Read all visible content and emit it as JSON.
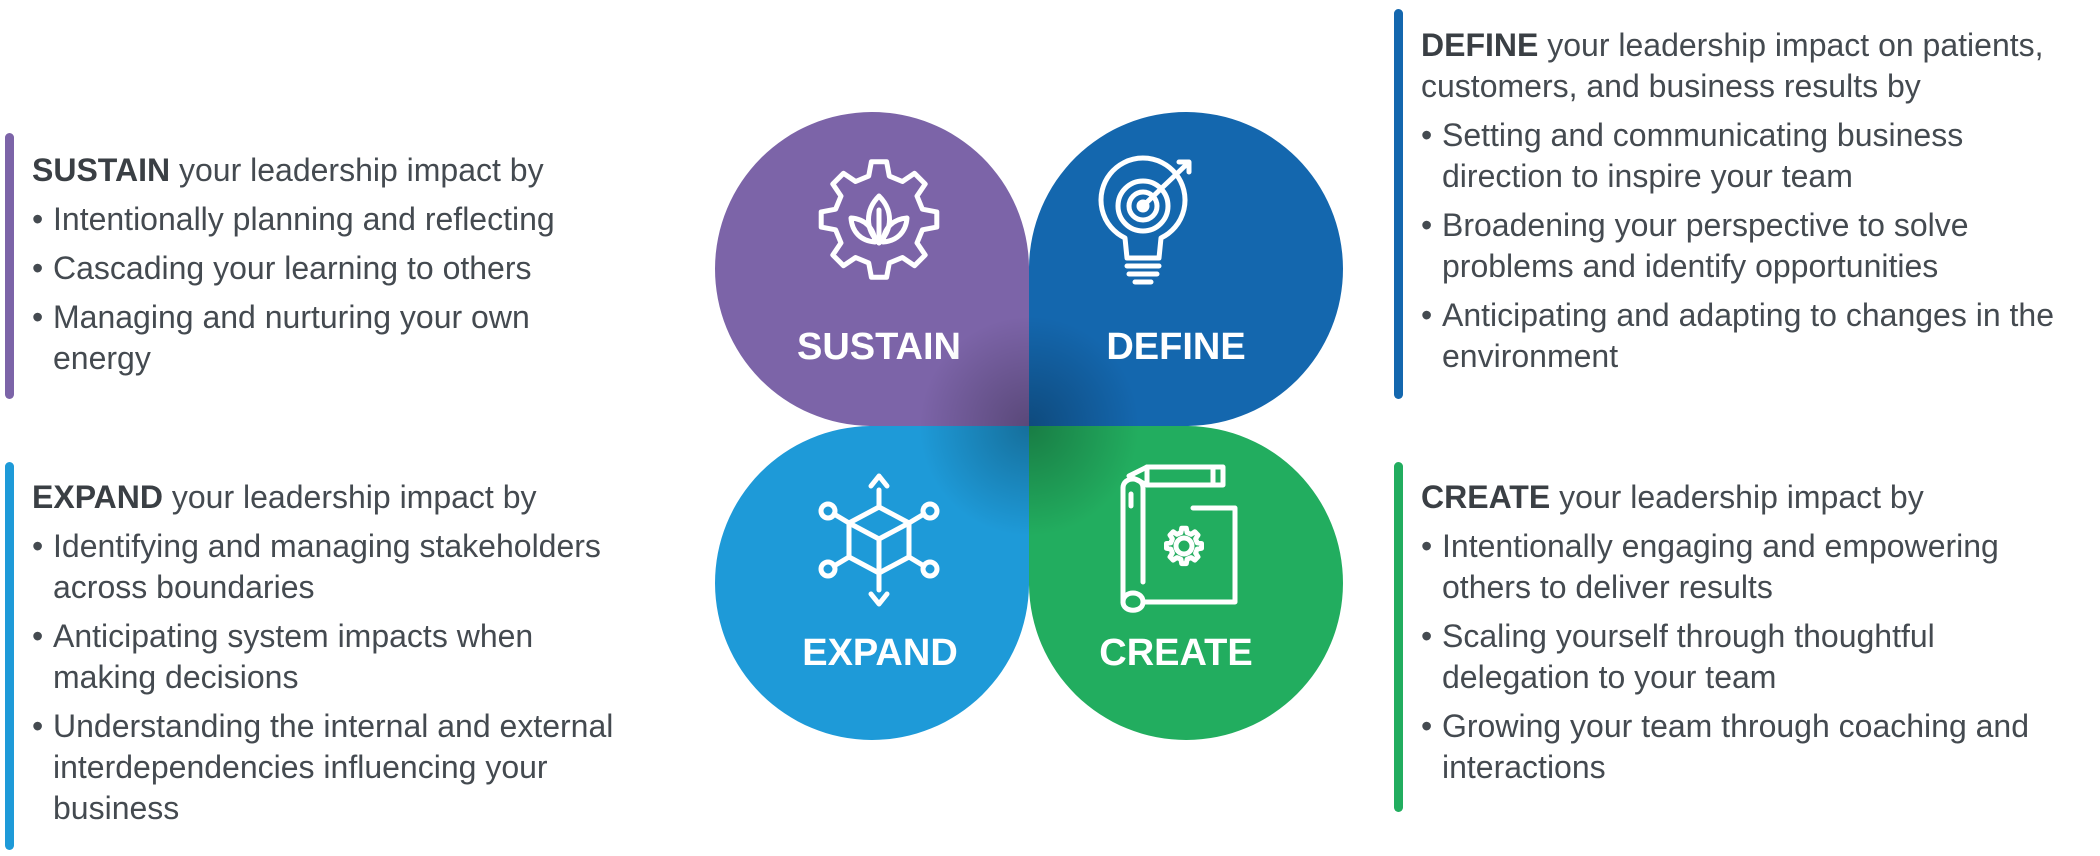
{
  "petals": {
    "sustain": {
      "label": "SUSTAIN",
      "color": "#7c64a8",
      "icon": "gear-leaf-icon"
    },
    "define": {
      "label": "DEFINE",
      "color": "#1467ae",
      "icon": "target-bulb-icon"
    },
    "expand": {
      "label": "EXPAND",
      "color": "#1e9ad8",
      "icon": "network-cube-icon"
    },
    "create": {
      "label": "CREATE",
      "color": "#22ad5f",
      "icon": "blueprint-pencil-icon"
    }
  },
  "panels": {
    "sustain": {
      "keyword": "SUSTAIN",
      "intro": "your leadership impact by",
      "items": [
        "Intentionally planning and reflecting",
        "Cascading your learning to others",
        "Managing and nurturing your own energy"
      ]
    },
    "define": {
      "keyword": "DEFINE",
      "intro": "your leadership impact on patients, customers, and business results by",
      "items": [
        "Setting and communicating business direction to inspire your team",
        "Broadening your perspective to solve problems and identify opportunities",
        "Anticipating and adapting to changes in the environment"
      ]
    },
    "expand": {
      "keyword": "EXPAND",
      "intro": "your leadership impact by",
      "items": [
        "Identifying and managing stakeholders across boundaries",
        "Anticipating system impacts when making decisions",
        "Understanding the internal and external interdependencies influencing your business"
      ]
    },
    "create": {
      "keyword": "CREATE",
      "intro": "your leadership impact by",
      "items": [
        "Intentionally engaging and empowering others to deliver results",
        "Scaling yourself through thoughtful delegation to your team",
        "Growing your team through coaching and interactions"
      ]
    }
  }
}
